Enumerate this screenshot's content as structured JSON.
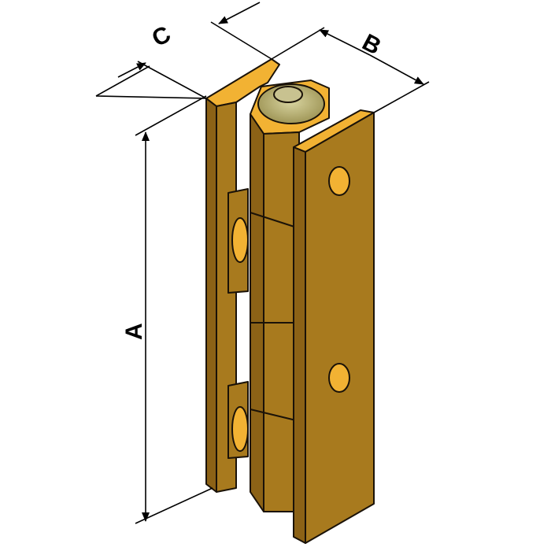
{
  "dimensions": {
    "a_label": "A",
    "b_label": "B",
    "c_label": "C"
  },
  "colors": {
    "top_face": "#F2B233",
    "front_face": "#A87A1E",
    "dark_face": "#8C6216",
    "pin": "#B8B070",
    "outline": "#1a1208"
  }
}
